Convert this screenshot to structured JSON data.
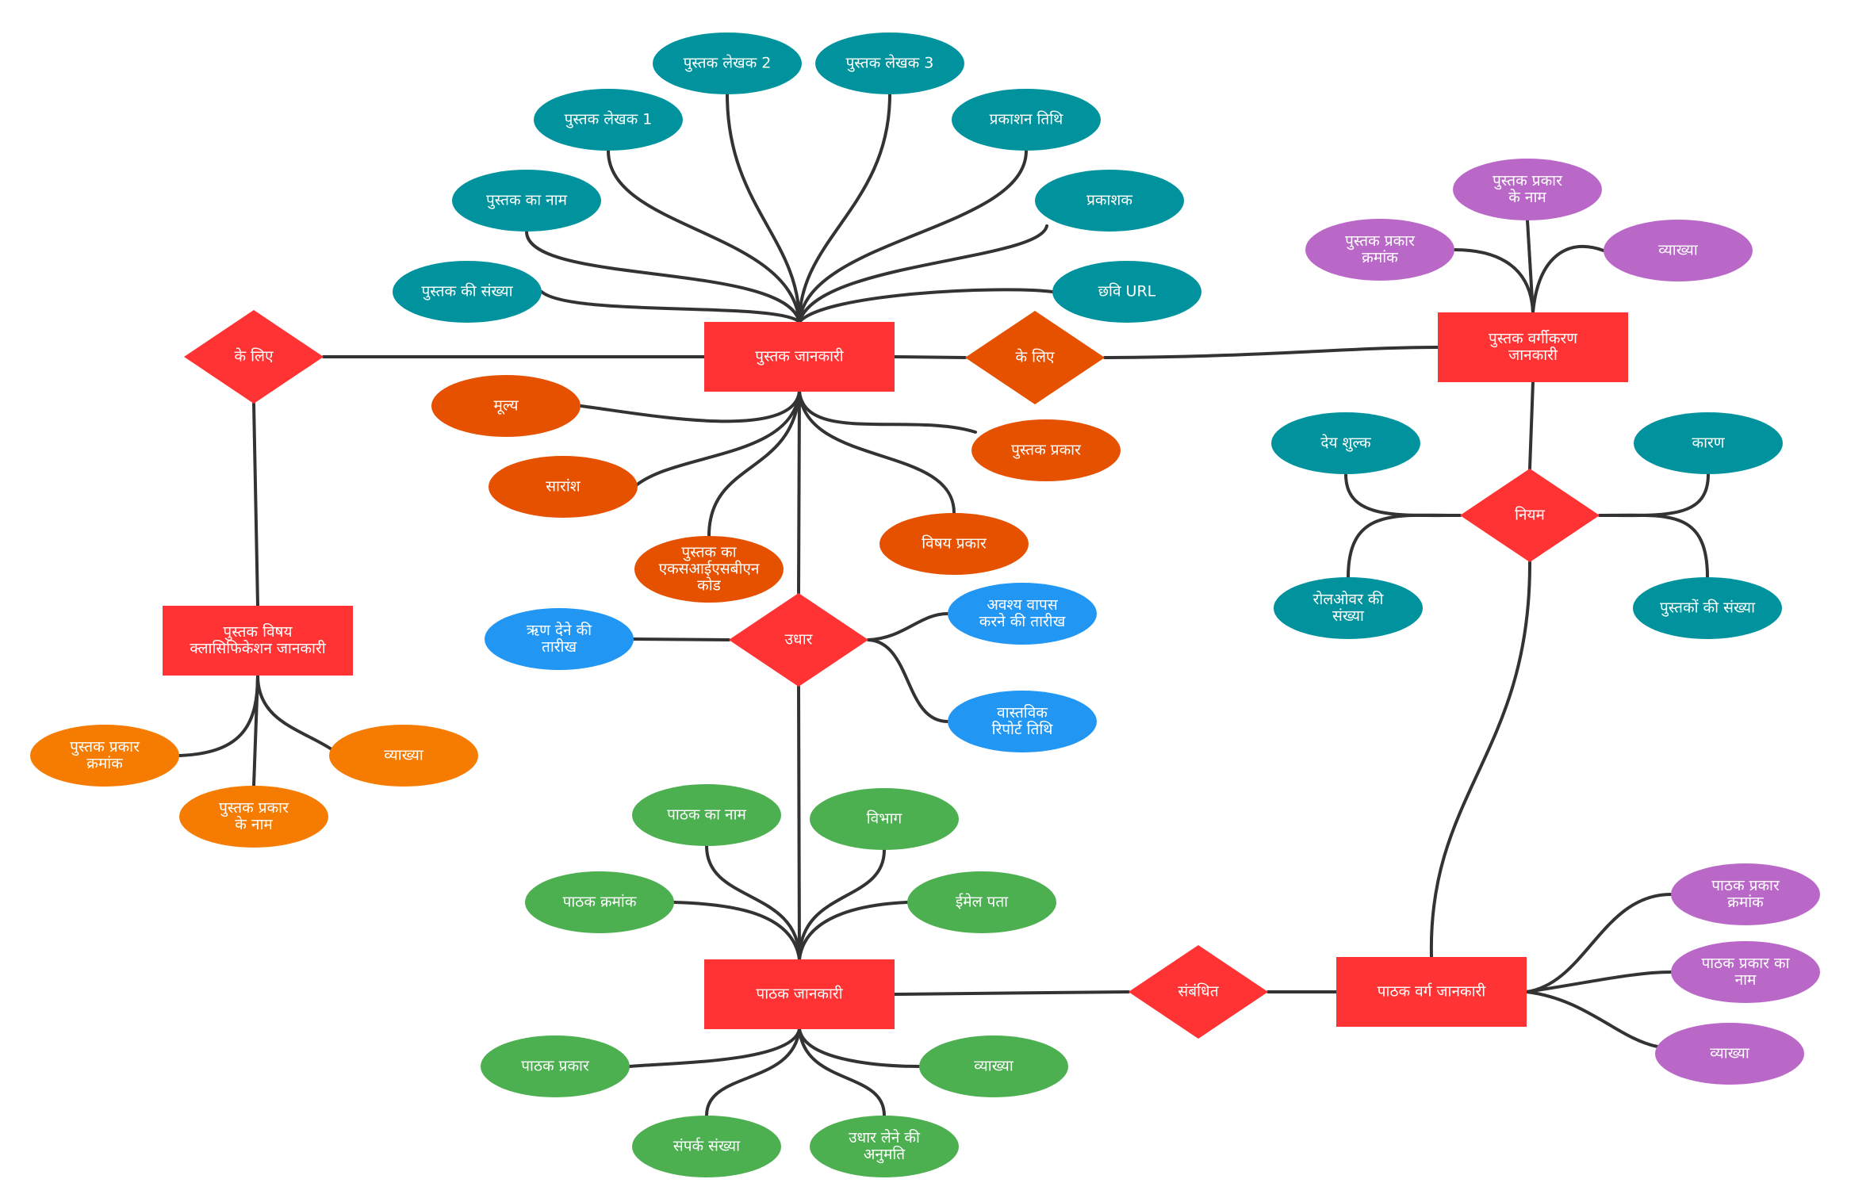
{
  "colors": {
    "entity": "#ff3333",
    "relation_red": "#ff3333",
    "relation_orange": "#e65100",
    "teal": "#00939e",
    "orange_dark": "#e65100",
    "orange_light": "#f57c00",
    "blue": "#2196f3",
    "green": "#4caf50",
    "purple": "#ba68c8",
    "line": "#333333"
  },
  "entities": [
    {
      "id": "book_info",
      "lines": [
        "पुस्तक जानकारी"
      ]
    },
    {
      "id": "book_class_info",
      "lines": [
        "पुस्तक वर्गीकरण",
        "जानकारी"
      ]
    },
    {
      "id": "subject_class_info",
      "lines": [
        "पुस्तक विषय",
        "क्लासिफिकेशन जानकारी"
      ]
    },
    {
      "id": "reader_info",
      "lines": [
        "पाठक जानकारी"
      ]
    },
    {
      "id": "reader_class_info",
      "lines": [
        "पाठक वर्ग जानकारी"
      ]
    }
  ],
  "relations": [
    {
      "id": "rel_left",
      "lines": [
        "के लिए"
      ]
    },
    {
      "id": "rel_right",
      "lines": [
        "के लिए"
      ]
    },
    {
      "id": "rel_rule",
      "lines": [
        "नियम"
      ]
    },
    {
      "id": "rel_borrow",
      "lines": [
        "उधार"
      ]
    },
    {
      "id": "rel_belongs",
      "lines": [
        "संबंधित"
      ]
    }
  ],
  "attributes": [
    {
      "id": "book_author2",
      "lines": [
        "पुस्तक लेखक 2"
      ]
    },
    {
      "id": "book_author3",
      "lines": [
        "पुस्तक लेखक 3"
      ]
    },
    {
      "id": "book_author1",
      "lines": [
        "पुस्तक लेखक 1"
      ]
    },
    {
      "id": "pub_date",
      "lines": [
        "प्रकाशन तिथि"
      ]
    },
    {
      "id": "book_name",
      "lines": [
        "पुस्तक का नाम"
      ]
    },
    {
      "id": "publisher",
      "lines": [
        "प्रकाशक"
      ]
    },
    {
      "id": "book_number",
      "lines": [
        "पुस्तक की संख्या"
      ]
    },
    {
      "id": "image_url",
      "lines": [
        "छवि URL"
      ]
    },
    {
      "id": "price",
      "lines": [
        "मूल्य"
      ]
    },
    {
      "id": "summary",
      "lines": [
        "सारांश"
      ]
    },
    {
      "id": "isbn",
      "lines": [
        "पुस्तक का",
        "एकसआईएसबीएन",
        "कोड"
      ]
    },
    {
      "id": "book_type",
      "lines": [
        "पुस्तक प्रकार"
      ]
    },
    {
      "id": "subject_type",
      "lines": [
        "विषय प्रकार"
      ]
    },
    {
      "id": "cls_type_no",
      "lines": [
        "पुस्तक प्रकार",
        "क्रमांक"
      ]
    },
    {
      "id": "cls_type_name",
      "lines": [
        "पुस्तक प्रकार",
        "के नाम"
      ]
    },
    {
      "id": "cls_desc",
      "lines": [
        "व्याख्या"
      ]
    },
    {
      "id": "overdue_fee",
      "lines": [
        "देय शुल्क"
      ]
    },
    {
      "id": "reason",
      "lines": [
        "कारण"
      ]
    },
    {
      "id": "rollover_count",
      "lines": [
        "रोलओवर की",
        "संख्या"
      ]
    },
    {
      "id": "books_count",
      "lines": [
        "पुस्तकों की संख्या"
      ]
    },
    {
      "id": "loan_date",
      "lines": [
        "ऋण देने की",
        "तारीख"
      ]
    },
    {
      "id": "due_return",
      "lines": [
        "अवश्य वापस",
        "करने की तारीख"
      ]
    },
    {
      "id": "actual_return",
      "lines": [
        "वास्तविक",
        "रिपोर्ट तिथि"
      ]
    },
    {
      "id": "subj_type_no",
      "lines": [
        "पुस्तक प्रकार",
        "क्रमांक"
      ]
    },
    {
      "id": "subj_type_name",
      "lines": [
        "पुस्तक प्रकार",
        "के नाम"
      ]
    },
    {
      "id": "subj_desc",
      "lines": [
        "व्याख्या"
      ]
    },
    {
      "id": "reader_name",
      "lines": [
        "पाठक का नाम"
      ]
    },
    {
      "id": "department",
      "lines": [
        "विभाग"
      ]
    },
    {
      "id": "reader_no",
      "lines": [
        "पाठक क्रमांक"
      ]
    },
    {
      "id": "email",
      "lines": [
        "ईमेल पता"
      ]
    },
    {
      "id": "reader_type",
      "lines": [
        "पाठक प्रकार"
      ]
    },
    {
      "id": "reader_desc",
      "lines": [
        "व्याख्या"
      ]
    },
    {
      "id": "contact_no",
      "lines": [
        "संपर्क संख्या"
      ]
    },
    {
      "id": "borrow_perm",
      "lines": [
        "उधार लेने की",
        "अनुमति"
      ]
    },
    {
      "id": "rc_type_no",
      "lines": [
        "पाठक प्रकार",
        "क्रमांक"
      ]
    },
    {
      "id": "rc_type_name",
      "lines": [
        "पाठक प्रकार का",
        "नाम"
      ]
    },
    {
      "id": "rc_desc",
      "lines": [
        "व्याख्या"
      ]
    }
  ]
}
